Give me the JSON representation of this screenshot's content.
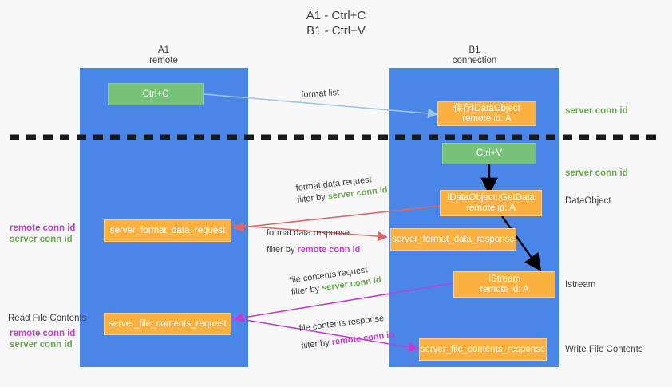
{
  "title": "A1 - Ctrl+C\nB1 - Ctrl+V",
  "lanes": [
    {
      "name": "A1",
      "role": "remote"
    },
    {
      "name": "B1",
      "role": "connection"
    }
  ],
  "boxes": {
    "ctrl_c": "Ctrl+C",
    "ctrl_v": "Ctrl+V",
    "save_idataobject": "保存IDataObject\nremote id: A",
    "getdata": "IDataObject::GetData\nremote id: A",
    "istream": "IStream\nremote id: A",
    "server_format_data_request": "server_format_data_request",
    "server_format_data_response": "server_format_data_response",
    "server_file_contents_request": "server_file_contents_request",
    "server_file_contents_response": "server_file_contents_response"
  },
  "edges": [
    {
      "id": "format-list",
      "label": "format list",
      "color": "#9fc5e8"
    },
    {
      "id": "format-data-request",
      "line1": "format data request",
      "line2_prefix": "filter by ",
      "line2_hl": "server conn id",
      "color": "#e06666"
    },
    {
      "id": "format-data-response",
      "line1": "format data response",
      "line2_prefix": "filter by ",
      "line2_hl": "remote conn id",
      "color": "#e06666"
    },
    {
      "id": "file-contents-request",
      "line1": "file contents request",
      "line2_prefix": "filter by ",
      "line2_hl": "server conn id",
      "color": "#c03fd0"
    },
    {
      "id": "file-contents-response",
      "line1": "file contents response",
      "line2_prefix": "filter by ",
      "line2_hl": "remote conn id",
      "color": "#c03fd0"
    }
  ],
  "annotations": {
    "right_server_conn_id_top": "server conn id",
    "right_server_conn_id_mid": "server conn id",
    "right_dataobject": "DataObject",
    "right_istream": "Istream",
    "right_write_file_contents": "Write File Contents",
    "left_read_file_contents": "Read File Contents",
    "left_remote_conn_id_1": "remote conn id",
    "left_server_conn_id_1": "server conn id",
    "left_remote_conn_id_2": "remote conn id",
    "left_server_conn_id_2": "server conn id"
  },
  "colors": {
    "lane": "#4a86e8",
    "green_box": "#76c278",
    "orange_box": "#fbb03f",
    "green_text": "#6aa84f",
    "purple_text": "#c03fd0",
    "red_arrow": "#e06666",
    "blue_arrow": "#9fc5e8",
    "black_arrow": "#000000",
    "background": "#f8f8f8"
  }
}
